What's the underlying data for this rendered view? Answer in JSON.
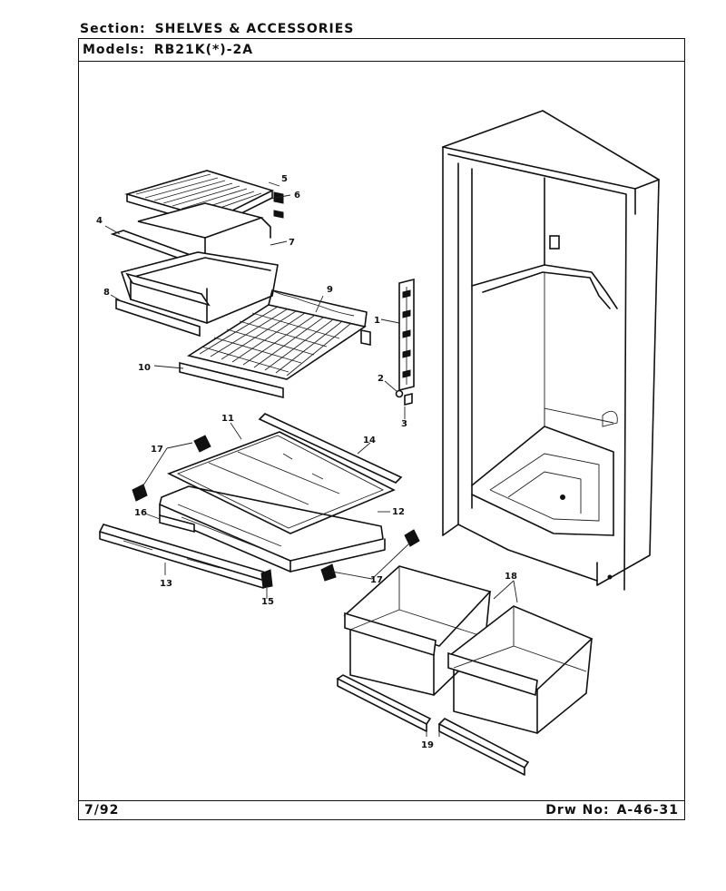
{
  "header": {
    "section_label": "Section:",
    "section_value": "SHELVES & ACCESSORIES",
    "models_label": "Models:",
    "models_value": "RB21K(*)-2A"
  },
  "footer": {
    "date": "7/92",
    "drawing_label": "Drw No:",
    "drawing_number": "A-46-31"
  },
  "callouts": [
    "1",
    "2",
    "3",
    "4",
    "5",
    "6",
    "7",
    "8",
    "9",
    "10",
    "11",
    "12",
    "13",
    "14",
    "15",
    "16",
    "17",
    "17",
    "18",
    "19"
  ]
}
